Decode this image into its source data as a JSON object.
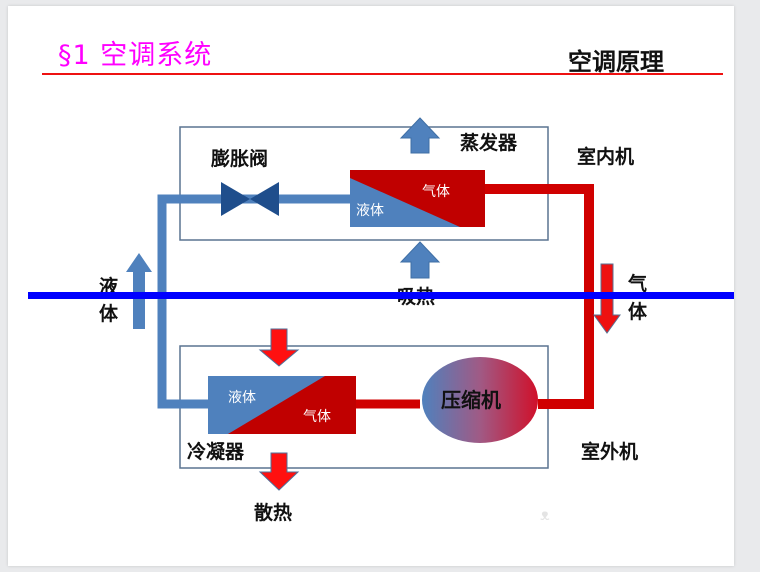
{
  "slide": {
    "title": "§1 空调系统",
    "subtitle": "空调原理"
  },
  "diagram": {
    "indoor_unit_label": "室内机",
    "outdoor_unit_label": "室外机",
    "evaporator_label": "蒸发器",
    "expansion_valve_label": "膨胀阀",
    "condenser_label": "冷凝器",
    "compressor_label": "压缩机",
    "evaporator_liquid": "液体",
    "evaporator_gas": "气体",
    "condenser_liquid": "液体",
    "condenser_gas": "气体",
    "left_pipe_label_1": "液",
    "left_pipe_label_2": "体",
    "right_pipe_label_1": "气",
    "right_pipe_label_2": "体",
    "absorb_heat_label": "吸热",
    "release_heat_label": "散热",
    "colors": {
      "liquid_blue": "#4f81bd",
      "gas_red": "#c00000",
      "valve_navy": "#1f4e8c",
      "overlay_line": "#0000ff",
      "title_magenta": "#ff00ff",
      "rule_red": "#ee1111"
    }
  }
}
